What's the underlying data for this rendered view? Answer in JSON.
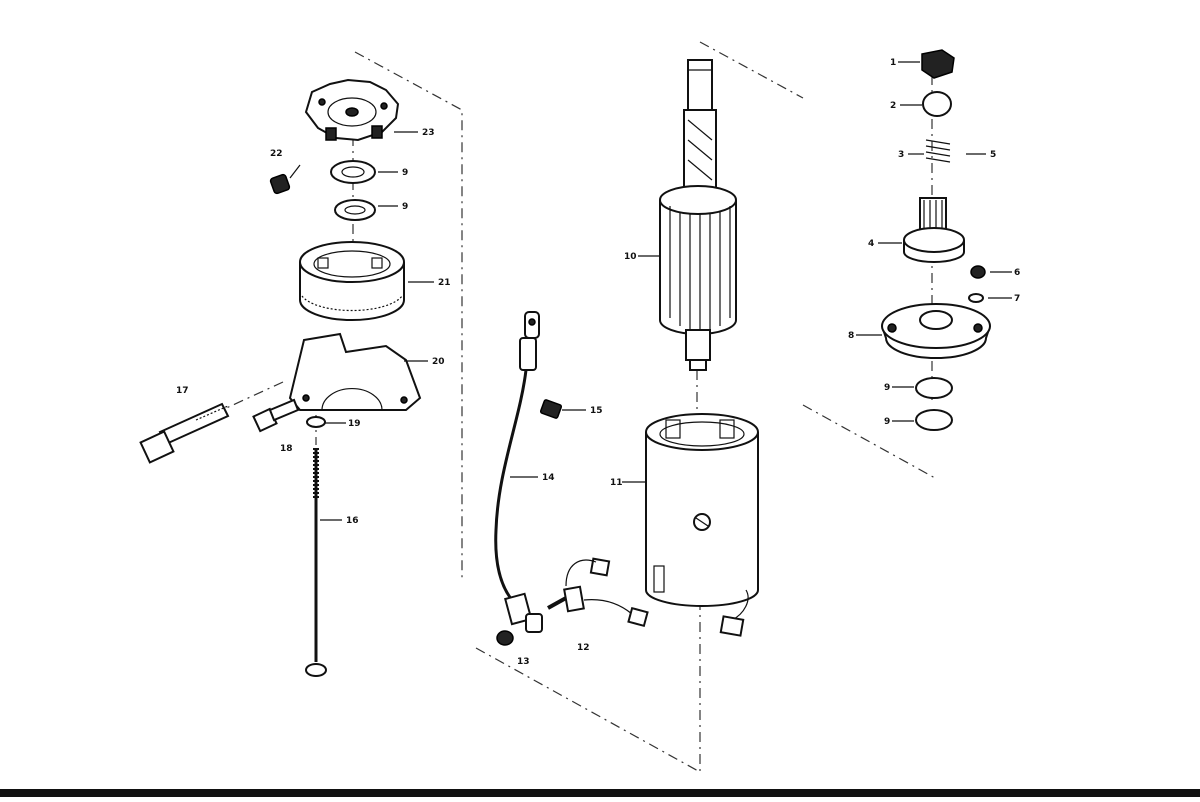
{
  "callouts": {
    "c1": "1",
    "c2": "2",
    "c3": "3",
    "c4": "4",
    "c5": "5",
    "c6": "6",
    "c7": "7",
    "c8": "8",
    "c9a": "9",
    "c9b": "9",
    "c9c": "9",
    "c9d": "9",
    "c10": "10",
    "c11": "11",
    "c12": "12",
    "c13": "13",
    "c14": "14",
    "c15": "15",
    "c16": "16",
    "c17": "17",
    "c18": "18",
    "c19": "19",
    "c20": "20",
    "c21": "21",
    "c22": "22",
    "c23": "23"
  }
}
